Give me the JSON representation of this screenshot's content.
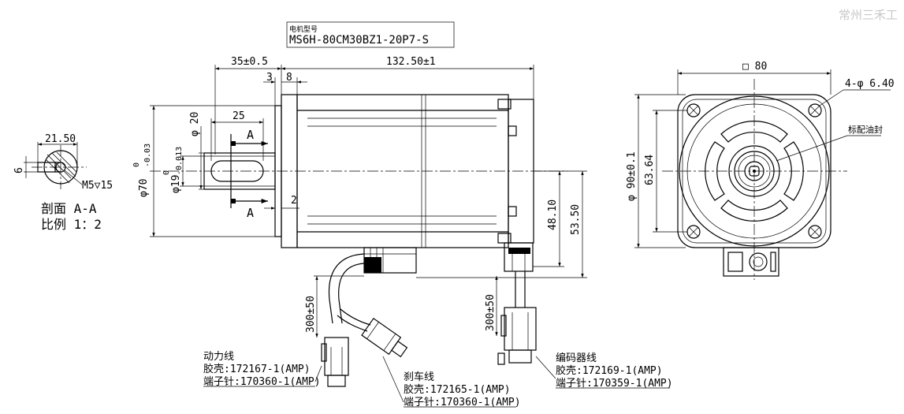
{
  "watermark": "常州三禾工",
  "model_box": {
    "caption": "电机型号",
    "model": "MS6H-80CM30BZ1-20P7-S"
  },
  "dims": {
    "flange_offset": "35±0.5",
    "body_length": "132.50±1",
    "flange_3": "3",
    "flange_8": "8",
    "key_length": "25",
    "key_width_dia": "φ 20",
    "spigot_upper": "0",
    "spigot_lower": "-0.03",
    "spigot_dia": "φ70",
    "shaft_upper": "0",
    "shaft_lower": "-0.013",
    "shaft_dia": "φ19",
    "gap_2": "2",
    "connector_48": "48.10",
    "connector_53": "53.50",
    "square_80": "□ 80",
    "holes": "4-φ 6.40",
    "pcd": "φ 90±0.1",
    "inner_6364": "63.64",
    "section_width": "21.50",
    "section_6": "6",
    "thread": "M5▽15",
    "cable_300_left": "300±50",
    "cable_300_right": "300±50"
  },
  "section": {
    "arrow_label": "A",
    "title": "剖面 A-A",
    "scale": "比例 1：2"
  },
  "labels": {
    "oil_seal": "标配油封",
    "power": {
      "title": "动力线",
      "shell": "胶壳:172167-1(AMP)",
      "pin": "端子针:170360-1(AMP)"
    },
    "brake": {
      "title": "刹车线",
      "shell": "胶壳:172165-1(AMP)",
      "pin": "端子针:170360-1(AMP)"
    },
    "encoder": {
      "title": "编码器线",
      "shell": "胶壳:172169-1(AMP)",
      "pin": "端子针:170359-1(AMP)"
    }
  }
}
